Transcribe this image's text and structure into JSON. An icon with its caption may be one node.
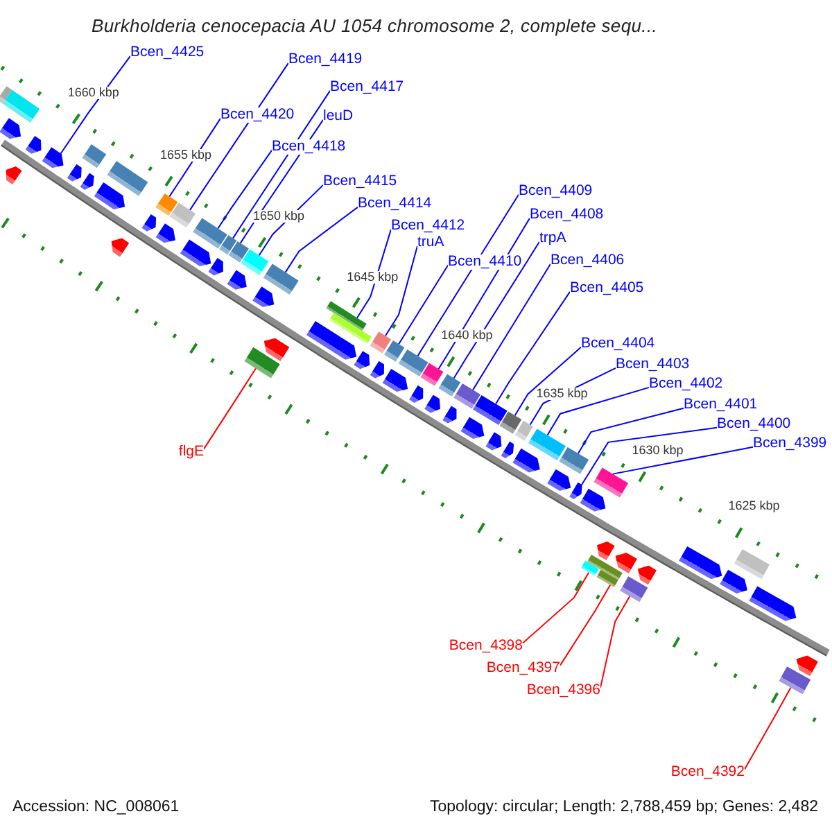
{
  "diagram": {
    "title": "Burkholderia cenocepacia AU 1054 chromosome 2, complete sequ...",
    "nodes": [
      {
        "text": [
          "Bcen_4425"
        ]
      },
      {
        "text": [
          "Bcen_4420"
        ]
      },
      {
        "text": [
          "Bcen_4419"
        ]
      },
      {
        "text": [
          "Bcen_4418"
        ]
      },
      {
        "text": [
          "Bcen_4417"
        ]
      },
      {
        "text": [
          "leuD"
        ]
      },
      {
        "text": [
          "Bcen_4415"
        ]
      },
      {
        "text": [
          "Bcen_4414"
        ]
      },
      {
        "text": [
          "flgE"
        ]
      },
      {
        "text": [
          "Bcen_4412"
        ]
      },
      {
        "text": [
          "truA"
        ]
      },
      {
        "text": [
          "Bcen_4410"
        ]
      },
      {
        "text": [
          "Bcen_4409"
        ]
      },
      {
        "text": [
          "Bcen_4408"
        ]
      },
      {
        "text": [
          "trpA"
        ]
      },
      {
        "text": [
          "Bcen_4406"
        ]
      },
      {
        "text": [
          "Bcen_4405"
        ]
      },
      {
        "text": [
          "Bcen_4404"
        ]
      },
      {
        "text": [
          "Bcen_4403"
        ]
      },
      {
        "text": [
          "Bcen_4402"
        ]
      },
      {
        "text": [
          "Bcen_4401"
        ]
      },
      {
        "text": [
          "Bcen_4400"
        ]
      },
      {
        "text": [
          "Bcen_4399"
        ]
      },
      {
        "text": [
          "Bcen_4398"
        ]
      },
      {
        "text": [
          "Bcen_4397"
        ]
      },
      {
        "text": [
          "Bcen_4396"
        ]
      },
      {
        "text": [
          "Bcen_4392"
        ]
      },
      {
        "text": [],
        "shape": "box"
      },
      {
        "text": [],
        "shape": "box"
      },
      {
        "text": [],
        "shape": "pentagon"
      },
      {
        "text": [],
        "shape": "pentagon"
      },
      {
        "text": [],
        "shape": "pentagon"
      },
      {
        "text": [],
        "shape": "pentagon"
      },
      {
        "text": [],
        "shape": "pentagon"
      },
      {
        "text": [],
        "shape": "box"
      },
      {
        "text": [],
        "shape": "pentagon"
      },
      {
        "text": [],
        "shape": "pentagon"
      },
      {
        "text": [],
        "shape": "box"
      },
      {
        "text": [],
        "shape": "pentagon"
      },
      {
        "text": [],
        "shape": "pentagon"
      },
      {
        "text": [],
        "shape": "box"
      },
      {
        "text": [],
        "shape": "pentagon"
      },
      {
        "text": [],
        "shape": "box"
      },
      {
        "text": [],
        "shape": "box"
      },
      {
        "text": [],
        "shape": "pentagon"
      },
      {
        "text": [],
        "shape": "box"
      },
      {
        "text": [],
        "shape": "pentagon"
      },
      {
        "text": [],
        "shape": "box"
      },
      {
        "text": [],
        "shape": "pentagon"
      },
      {
        "text": [],
        "shape": "box"
      },
      {
        "text": [],
        "shape": "pentagon"
      },
      {
        "text": [],
        "shape": "box"
      },
      {
        "text": [],
        "shape": "box"
      },
      {
        "text": [],
        "shape": "pentagon"
      },
      {
        "text": [],
        "shape": "box"
      },
      {
        "text": [],
        "shape": "pentagon"
      },
      {
        "text": [],
        "shape": "box"
      },
      {
        "text": [],
        "shape": "pentagon"
      },
      {
        "text": [],
        "shape": "box"
      },
      {
        "text": [],
        "shape": "pentagon"
      },
      {
        "text": [],
        "shape": "box"
      },
      {
        "text": [],
        "shape": "pentagon"
      },
      {
        "text": [],
        "shape": "box"
      },
      {
        "text": [],
        "shape": "pentagon"
      },
      {
        "text": [],
        "shape": "box"
      },
      {
        "text": [],
        "shape": "pentagon"
      },
      {
        "text": [],
        "shape": "box"
      },
      {
        "text": [],
        "shape": "pentagon"
      },
      {
        "text": [],
        "shape": "box"
      },
      {
        "text": [],
        "shape": "pentagon"
      },
      {
        "text": [],
        "shape": "box"
      },
      {
        "text": [],
        "shape": "pentagon"
      },
      {
        "text": [],
        "shape": "box"
      },
      {
        "text": [],
        "shape": "pentagon"
      },
      {
        "text": [],
        "shape": "box"
      },
      {
        "text": [],
        "shape": "pentagon"
      },
      {
        "text": [],
        "shape": "box"
      },
      {
        "text": [],
        "shape": "pentagon"
      },
      {
        "text": [],
        "shape": "box"
      },
      {
        "text": [],
        "shape": "pentagon"
      },
      {
        "text": [],
        "shape": "pentagon"
      },
      {
        "text": [],
        "shape": "box"
      },
      {
        "text": [],
        "shape": "box"
      },
      {
        "text": [],
        "shape": "pentagon"
      },
      {
        "text": [],
        "shape": "box"
      },
      {
        "text": [],
        "shape": "box"
      },
      {
        "text": [],
        "shape": "pentagon"
      },
      {
        "text": [],
        "shape": "box"
      },
      {
        "text": [],
        "shape": "pentagon"
      },
      {
        "text": [],
        "shape": "pentagon"
      },
      {
        "text": [],
        "shape": "pentagon"
      },
      {
        "text": [],
        "shape": "box"
      },
      {
        "text": [],
        "shape": "pentagon"
      },
      {
        "text": [],
        "shape": "box"
      },
      {
        "text": [],
        "shape": "pentagon"
      }
    ],
    "edges": [
      {
        "from": 0,
        "to": 32,
        "arrow": "none"
      },
      {
        "from": 1,
        "to": 40,
        "arrow": "none"
      },
      {
        "from": 2,
        "to": 42,
        "arrow": "none"
      },
      {
        "from": 3,
        "to": 43,
        "arrow": "none"
      },
      {
        "from": 4,
        "to": 45,
        "arrow": "none"
      },
      {
        "from": 5,
        "to": 47,
        "arrow": "none"
      },
      {
        "from": 6,
        "to": 49,
        "arrow": "none"
      },
      {
        "from": 7,
        "to": 51,
        "arrow": "none"
      },
      {
        "from": 8,
        "to": 52,
        "arrow": "none",
        "color": "#ff0000"
      },
      {
        "from": 9,
        "to": 54,
        "arrow": "none"
      },
      {
        "from": 10,
        "to": 58,
        "arrow": "none"
      },
      {
        "from": 11,
        "to": 60,
        "arrow": "none"
      },
      {
        "from": 12,
        "to": 62,
        "arrow": "none"
      },
      {
        "from": 13,
        "to": 64,
        "arrow": "none"
      },
      {
        "from": 14,
        "to": 66,
        "arrow": "none"
      },
      {
        "from": 15,
        "to": 68,
        "arrow": "none"
      },
      {
        "from": 16,
        "to": 70,
        "arrow": "none"
      },
      {
        "from": 17,
        "to": 72,
        "arrow": "none"
      },
      {
        "from": 18,
        "to": 74,
        "arrow": "none"
      },
      {
        "from": 19,
        "to": 76,
        "arrow": "none"
      },
      {
        "from": 20,
        "to": 78,
        "arrow": "none"
      },
      {
        "from": 21,
        "to": 79,
        "arrow": "none"
      },
      {
        "from": 22,
        "to": 81,
        "arrow": "none"
      },
      {
        "from": 23,
        "to": 82,
        "arrow": "none",
        "color": "#ff0000"
      },
      {
        "from": 24,
        "to": 85,
        "arrow": "none",
        "color": "#ff0000"
      },
      {
        "from": 25,
        "to": 87,
        "arrow": "none",
        "color": "#ff0000"
      },
      {
        "from": 26,
        "to": 93,
        "arrow": "none",
        "color": "#ff0000"
      }
    ],
    "labels": [
      "1660 kbp",
      "1655 kbp",
      "1650 kbp",
      "1645 kbp",
      "1640 kbp",
      "1635 kbp",
      "1630 kbp",
      "1625 kbp",
      "Accession: NC_008061",
      "Topology: circular; Length: 2,788,459 bp; Genes: 2,482"
    ]
  }
}
